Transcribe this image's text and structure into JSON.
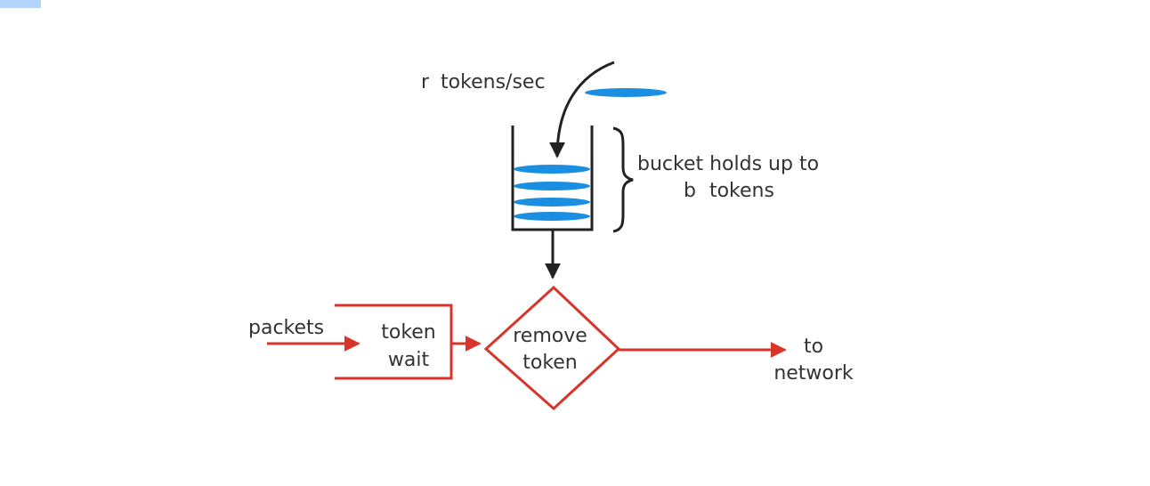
{
  "labels": {
    "rate_var": "r",
    "rate_text": "tokens/sec",
    "bucket_line1": "bucket holds up to",
    "bucket_var": "b",
    "bucket_line2": "tokens",
    "packets": "packets",
    "token_wait_line1": "token",
    "token_wait_line2": "wait",
    "remove_token_line1": "remove",
    "remove_token_line2": "token",
    "to_network_line1": "to",
    "to_network_line2": "network"
  },
  "tokens_in_bucket": 4,
  "colors": {
    "token": "#1a8ee0",
    "bucket": "#222222",
    "flow": "#d9342b",
    "text": "#333333",
    "corner_tab": "#b3d4fc"
  }
}
